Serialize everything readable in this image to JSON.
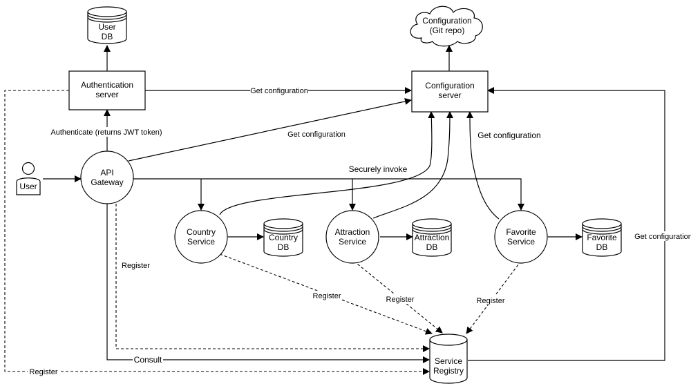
{
  "nodes": {
    "user_db": "User\nDB",
    "auth_server": "Authentication\nserver",
    "config_repo": "Configuration\n(Git repo)",
    "config_server": "Configuration\nserver",
    "user": "User",
    "api_gateway": "API\nGateway",
    "country_service": "Country\nService",
    "country_db": "Country\nDB",
    "attraction_service": "Attraction\nService",
    "attraction_db": "Attraction\nDB",
    "favorite_service": "Favorite\nService",
    "favorite_db": "Favorite\nDB",
    "service_registry": "Service\nRegistry"
  },
  "edges": {
    "auth_get_config": "Get configuration",
    "gateway_get_config": "Get configuration",
    "services_get_config": "Get configuration",
    "registry_get_config": "Get configuration",
    "authenticate": "Authenticate (returns JWT token)",
    "securely_invoke": "Securely invoke",
    "gateway_register": "Register",
    "country_register": "Register",
    "attraction_register": "Register",
    "favorite_register": "Register",
    "consult": "Consult",
    "auth_register": "Register"
  }
}
